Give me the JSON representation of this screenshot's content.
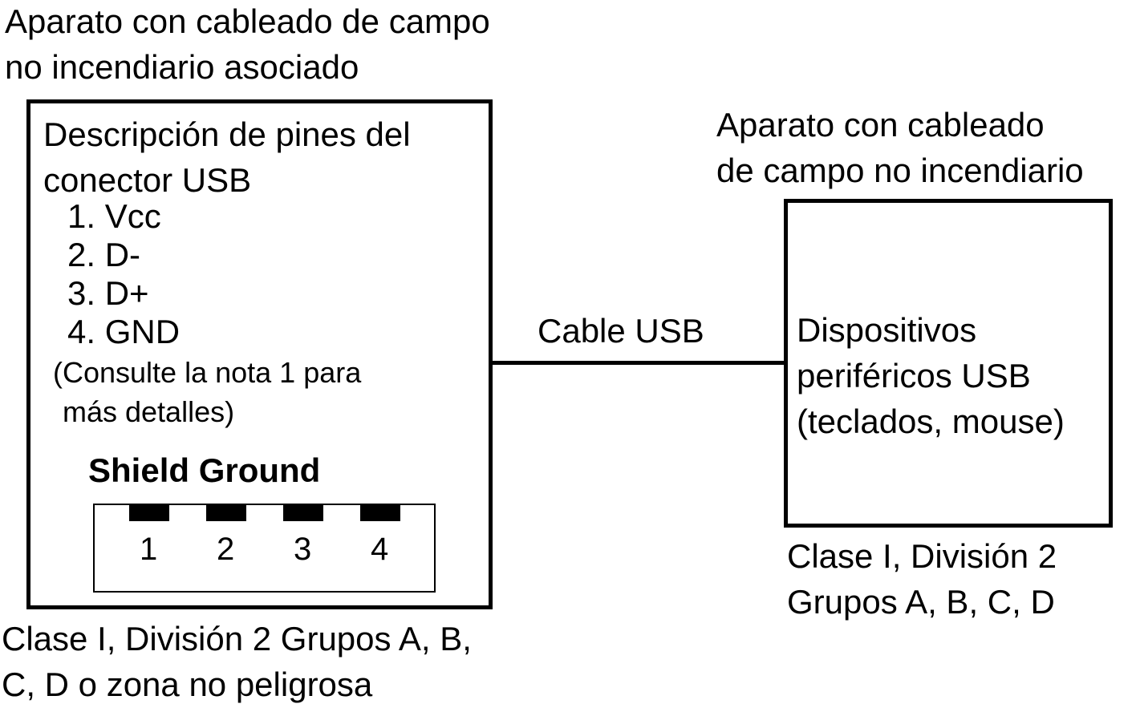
{
  "left_apparatus": {
    "title_line1": "Aparato con cableado de campo",
    "title_line2": "no incendiario asociado",
    "heading_line1": "Descripción de pines del",
    "heading_line2": "conector USB",
    "pins": [
      "1. Vcc",
      "2. D-",
      "3. D+",
      "4. GND"
    ],
    "note_line1": "(Consulte la nota 1 para",
    "note_line2": "más detalles)",
    "shield_label": "Shield Ground",
    "connector_numbers": [
      "1",
      "2",
      "3",
      "4"
    ],
    "area_line1": "Clase I, División 2 Grupos A, B,",
    "area_line2": "C, D o zona no peligrosa"
  },
  "cable": {
    "label": "Cable USB"
  },
  "right_apparatus": {
    "title_line1": "Aparato con cableado",
    "title_line2": "de campo no incendiario",
    "body_line1": "Dispositivos",
    "body_line2": "periféricos USB",
    "body_line3": "(teclados, mouse)",
    "area_line1": "Clase I, División 2",
    "area_line2": "Grupos A, B, C, D"
  }
}
